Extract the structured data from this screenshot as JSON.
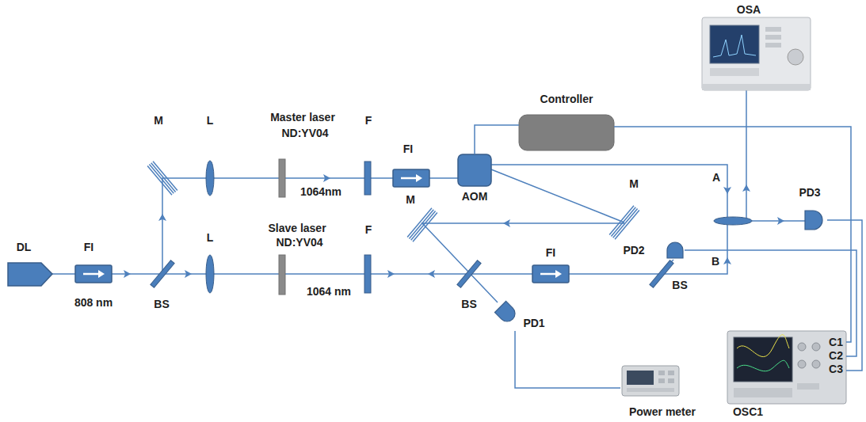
{
  "diagram": {
    "nodes": [
      {
        "text": [
          "OSA"
        ]
      },
      {
        "text": [
          "Controller"
        ]
      },
      {
        "text": [
          "AOM"
        ]
      },
      {
        "text": [
          "PD3"
        ]
      },
      {
        "text": [
          "PD2"
        ]
      },
      {
        "text": [
          "PD1"
        ]
      },
      {
        "text": [
          "OSC1"
        ]
      },
      {
        "text": [
          "Power meter"
        ]
      }
    ],
    "edges": [
      {
        "from": 2,
        "to": 1,
        "arrow": "none"
      },
      {
        "from": 1,
        "to": 6,
        "arrow": "none"
      },
      {
        "from": 4,
        "to": 6,
        "arrow": "none"
      },
      {
        "from": 3,
        "to": 6,
        "arrow": "none"
      },
      {
        "from": 5,
        "to": 7,
        "arrow": "none"
      }
    ],
    "labels": [
      "M",
      "L",
      "Master laser",
      "F",
      "ND:YV04",
      "FI",
      "M",
      "A",
      "1064nm",
      "M",
      "Slave laser",
      "F",
      "L",
      "ND:YV04",
      "DL",
      "FI",
      "FI",
      "B",
      "BS",
      "1064 nm",
      "808 nm",
      "BS",
      "BS",
      "C1",
      "C2",
      "C3"
    ]
  }
}
